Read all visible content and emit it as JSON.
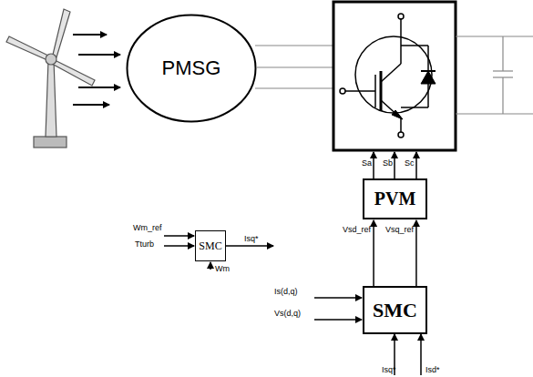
{
  "diagram": {
    "nodes": [
      {
        "text": [
          "PMSG"
        ]
      },
      {
        "text": [
          "PVM"
        ]
      },
      {
        "text": [
          "SMC"
        ]
      },
      {
        "text": [
          "SMC"
        ]
      }
    ],
    "edges": [
      {
        "from": 2,
        "to": 1,
        "arrow": "to",
        "label": "Vsd_ref"
      },
      {
        "from": 2,
        "to": 1,
        "arrow": "to",
        "label": "Vsq_ref"
      }
    ],
    "labels": [
      "Sa",
      "Sb",
      "Sc",
      "Wm_ref",
      "Tturb",
      "Wm",
      "Isq*",
      "Is(d,q)",
      "Vs(d,q)",
      "Isq*",
      "Isd*"
    ]
  }
}
